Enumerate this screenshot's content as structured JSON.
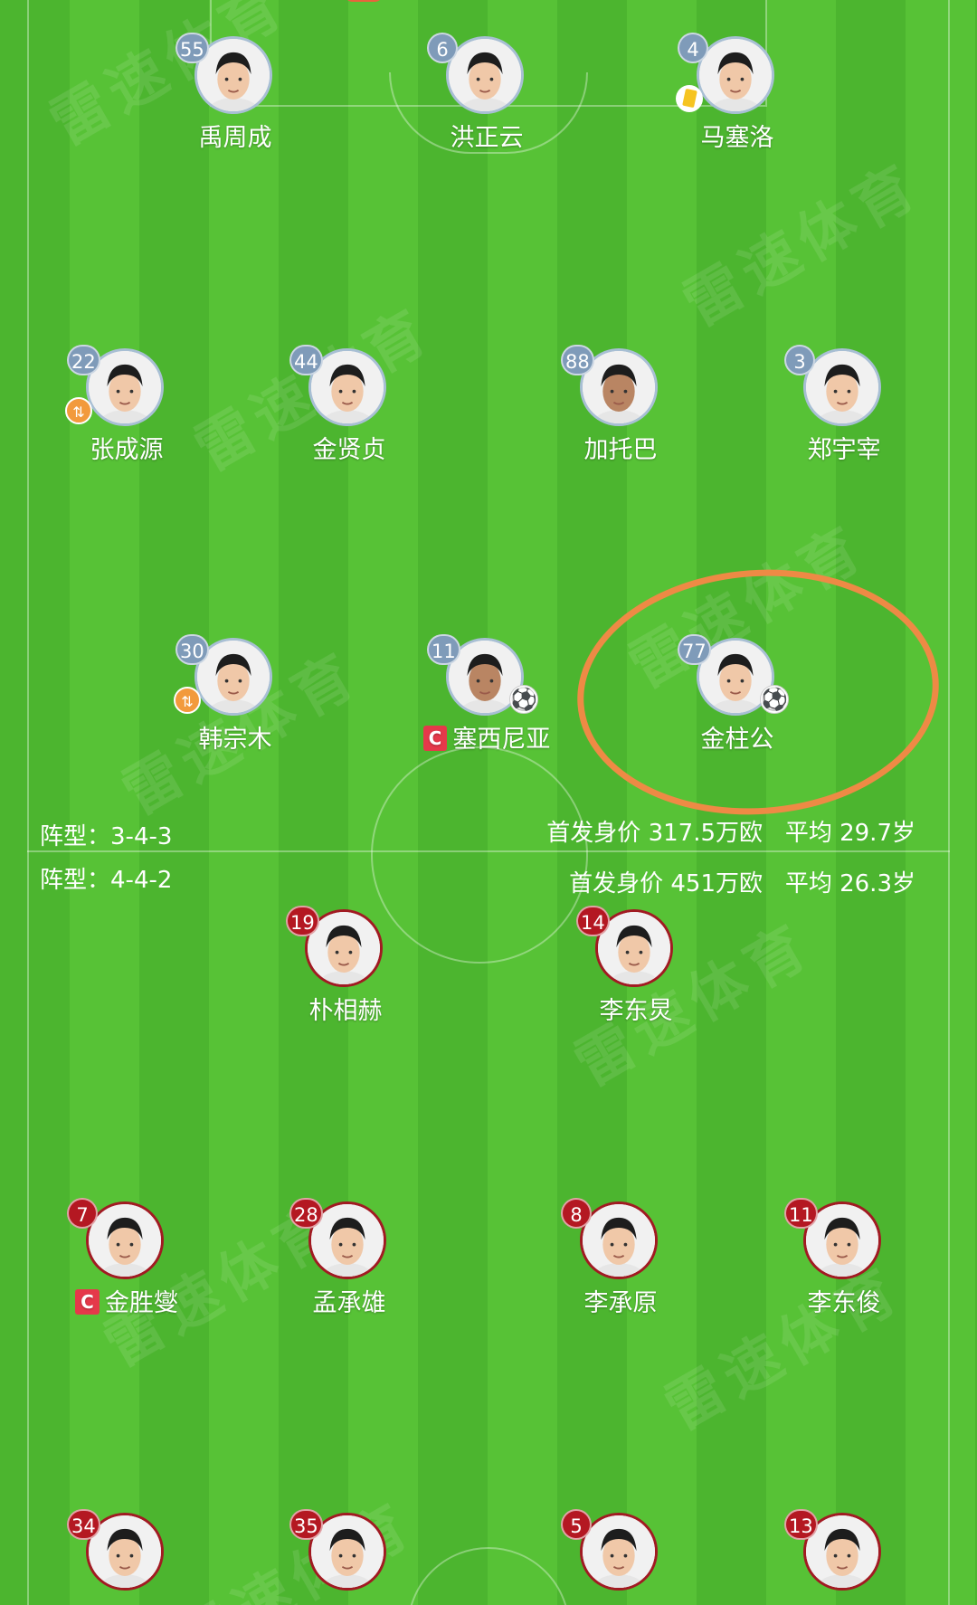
{
  "home_team": {
    "formation_label": "阵型：",
    "formation": "3-4-3",
    "value_label": "首发身价",
    "value": "317.5万欧",
    "age_label": "平均",
    "age": "29.7岁",
    "players": [
      {
        "number": "55",
        "name": "禹周成"
      },
      {
        "number": "6",
        "name": "洪正云"
      },
      {
        "number": "4",
        "name": "马塞洛",
        "card": "yellow"
      },
      {
        "number": "22",
        "name": "张成源",
        "sub": true
      },
      {
        "number": "44",
        "name": "金贤贞"
      },
      {
        "number": "88",
        "name": "加托巴"
      },
      {
        "number": "3",
        "name": "郑宇宰"
      },
      {
        "number": "30",
        "name": "韩宗木",
        "sub": true
      },
      {
        "number": "11",
        "name": "塞西尼亚",
        "captain": true,
        "goal": true
      },
      {
        "number": "77",
        "name": "金柱公",
        "goal": true,
        "highlighted": true
      }
    ]
  },
  "away_team": {
    "formation_label": "阵型：",
    "formation": "4-4-2",
    "value_label": "首发身价",
    "value": "451万欧",
    "age_label": "平均",
    "age": "26.3岁",
    "players": [
      {
        "number": "19",
        "name": "朴相赫"
      },
      {
        "number": "14",
        "name": "李东炅"
      },
      {
        "number": "7",
        "name": "金胜燮",
        "captain": true
      },
      {
        "number": "28",
        "name": "孟承雄"
      },
      {
        "number": "8",
        "name": "李承原"
      },
      {
        "number": "11",
        "name": "李东俊"
      },
      {
        "number": "34",
        "name": ""
      },
      {
        "number": "35",
        "name": ""
      },
      {
        "number": "5",
        "name": ""
      },
      {
        "number": "13",
        "name": ""
      }
    ]
  },
  "captain_badge": "C",
  "goal_icon": "⚽",
  "watermark": "雷速体育",
  "colors": {
    "home_ring": "#a8bfd4",
    "away_ring": "#a11a22",
    "highlight": "#ee8a45"
  }
}
